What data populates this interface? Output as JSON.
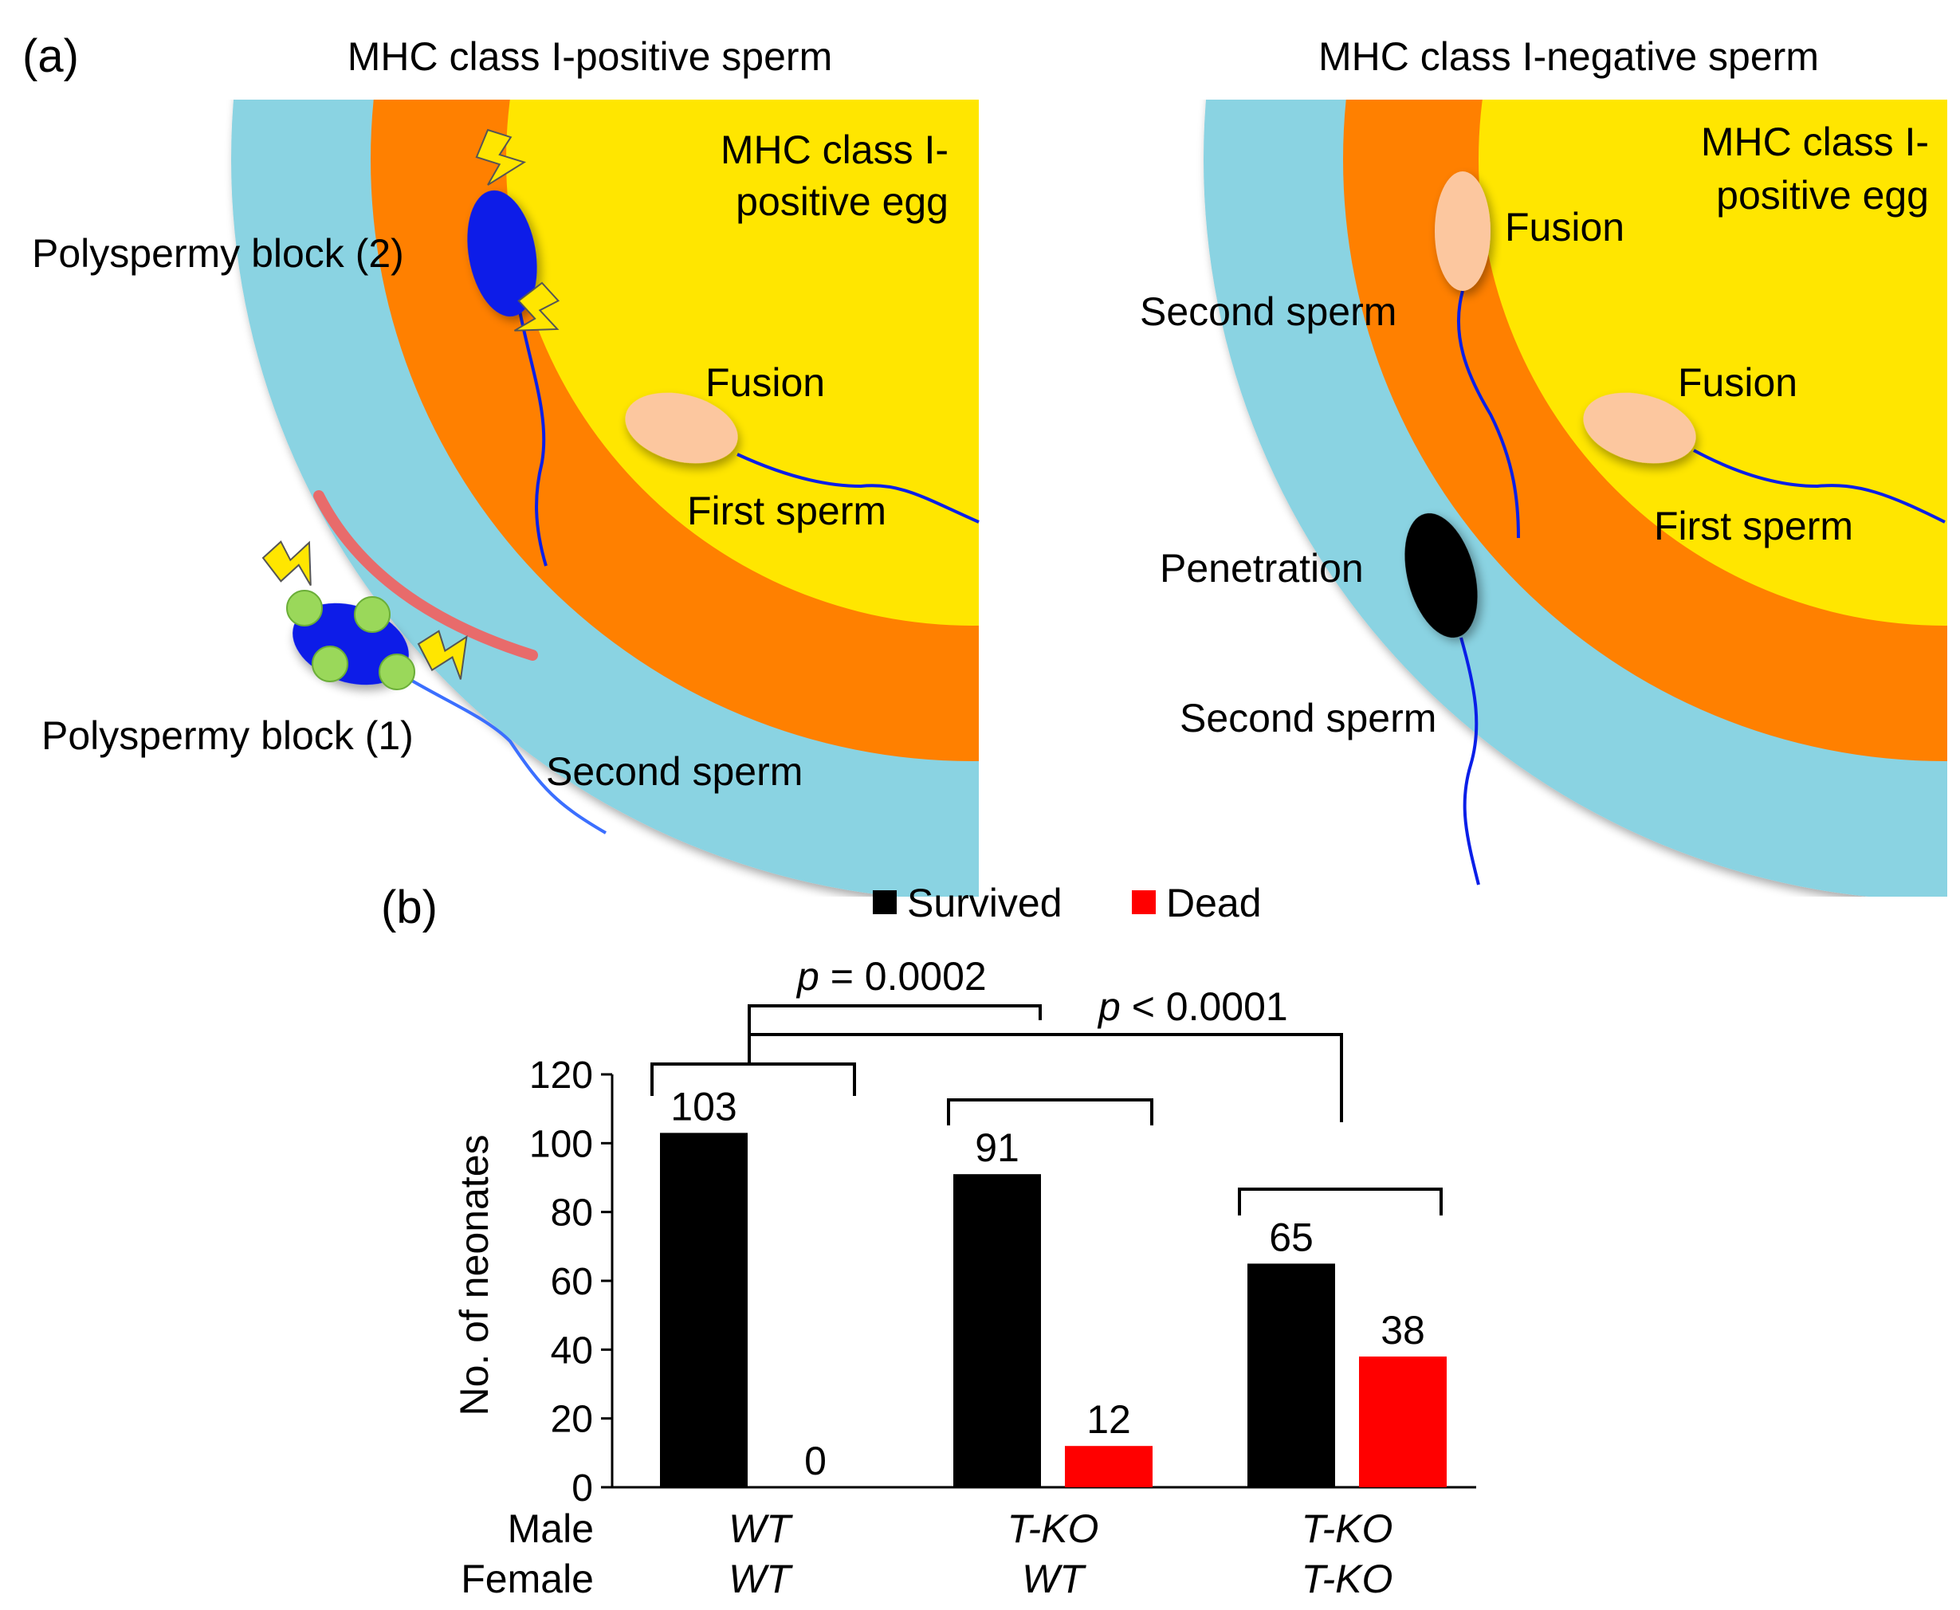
{
  "panel_a": {
    "label": "(a)",
    "left": {
      "title": "MHC class I-positive sperm",
      "egg_line1": "MHC class I-",
      "egg_line2": "positive egg",
      "block2": "Polyspermy block (2)",
      "fusion": "Fusion",
      "first_sperm": "First sperm",
      "block1": "Polyspermy block (1)",
      "second_sperm": "Second sperm"
    },
    "right": {
      "title": "MHC class I-negative sperm",
      "egg_line1": "MHC class I-",
      "egg_line2": "positive egg",
      "fusion_top": "Fusion",
      "second_sperm_top": "Second sperm",
      "fusion": "Fusion",
      "first_sperm": "First sperm",
      "penetration": "Penetration",
      "second_sperm_bottom": "Second sperm"
    },
    "colors": {
      "zona": "#8ad3e2",
      "perivitelline": "#ff8000",
      "egg": "#ffe600",
      "sperm_blue": "#0a1fe8",
      "fused_head": "#fcc79f",
      "penetrating_head": "#000000",
      "lightning": "#ffe600",
      "receptor": "#9ad85a",
      "cortical_band": "#e86b6b"
    }
  },
  "panel_b": {
    "label": "(b)",
    "legend": {
      "survived": "Survived",
      "dead": "Dead"
    },
    "p1": {
      "p": "p",
      "rest": " = 0.0002"
    },
    "p2": {
      "p": "p",
      "rest": " < 0.0001"
    },
    "row_label_male": "Male",
    "row_label_female": "Female",
    "colors": {
      "survived": "#000000",
      "dead": "#ff0000"
    }
  },
  "chart_data": {
    "type": "bar",
    "ylabel": "No. of neonates",
    "ylim": [
      0,
      120
    ],
    "yticks": [
      "0",
      "20",
      "40",
      "60",
      "80",
      "100",
      "120"
    ],
    "categories": [
      {
        "male": "WT",
        "female": "WT"
      },
      {
        "male": "T-KO",
        "female": "WT"
      },
      {
        "male": "T-KO",
        "female": "T-KO"
      }
    ],
    "series": [
      {
        "name": "Survived",
        "values": [
          103,
          91,
          65
        ]
      },
      {
        "name": "Dead",
        "values": [
          0,
          12,
          38
        ]
      }
    ]
  }
}
